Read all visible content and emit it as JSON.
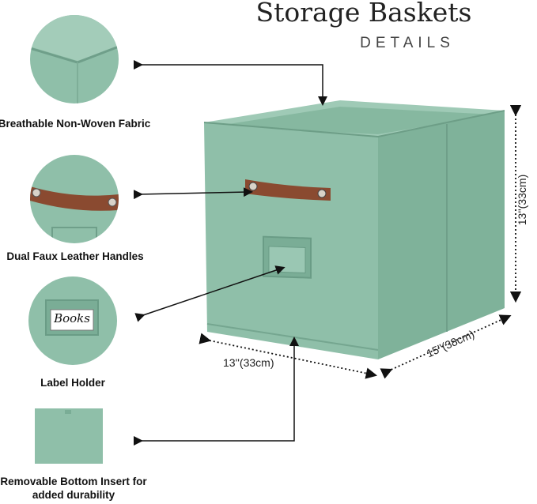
{
  "header": {
    "title": "Storage Baskets",
    "subtitle": "DETAILS"
  },
  "features": [
    {
      "label": "Breathable Non-Woven Fabric",
      "icon": "fabric-closeup-icon"
    },
    {
      "label": "Dual Faux Leather Handles",
      "icon": "leather-handle-icon"
    },
    {
      "label": "Label Holder",
      "icon": "label-holder-icon",
      "tag_text": "Books"
    },
    {
      "label": "Removable Bottom Insert for added durability",
      "icon": "bottom-insert-icon"
    }
  ],
  "dimensions": {
    "height": "13''(33cm)",
    "width": "13''(33cm)",
    "depth": "15''(38cm)"
  },
  "colors": {
    "fabric": "#8fbfa9",
    "fabric_dark": "#7aad96",
    "fabric_light": "#a6cdbb",
    "leather": "#8a4a30"
  }
}
